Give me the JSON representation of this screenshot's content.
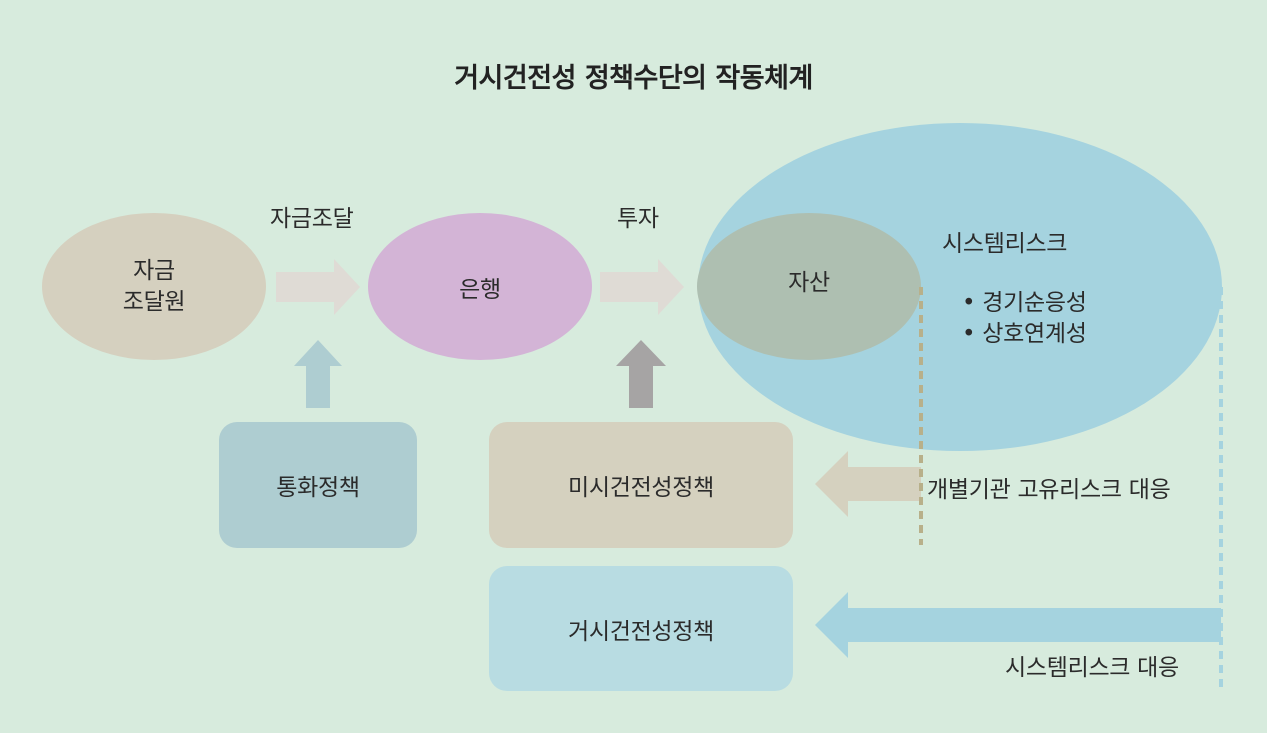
{
  "title": "거시건전성 정책수단의 작동체계",
  "nodes": {
    "source_line1": "자금",
    "source_line2": "조달원",
    "bank": "은행",
    "asset": "자산",
    "monetary_policy": "통화정책",
    "micro_policy": "미시건전성정책",
    "macro_policy": "거시건전성정책"
  },
  "flows": {
    "funding": "자금조달",
    "investment": "투자"
  },
  "systemic_risk": {
    "title": "시스템리스크",
    "bullets": [
      "• 경기순응성",
      "• 상호연계성"
    ]
  },
  "responses": {
    "idiosyncratic": "개별기관 고유리스크 대응",
    "systemic": "시스템리스크 대응"
  },
  "colors": {
    "background": "#d7ebdd",
    "source": "#d5d0bf",
    "bank": "#d3b4d6",
    "asset": "#aebfb1",
    "systemic_ellipse": "#a5d3df",
    "monetary_box": "#aecdd1",
    "micro_box": "#d5d1bf",
    "macro_box": "#b8dce2",
    "flow_arrow": "#dfdbd5",
    "dark_arrow": "#a6a4a4"
  }
}
